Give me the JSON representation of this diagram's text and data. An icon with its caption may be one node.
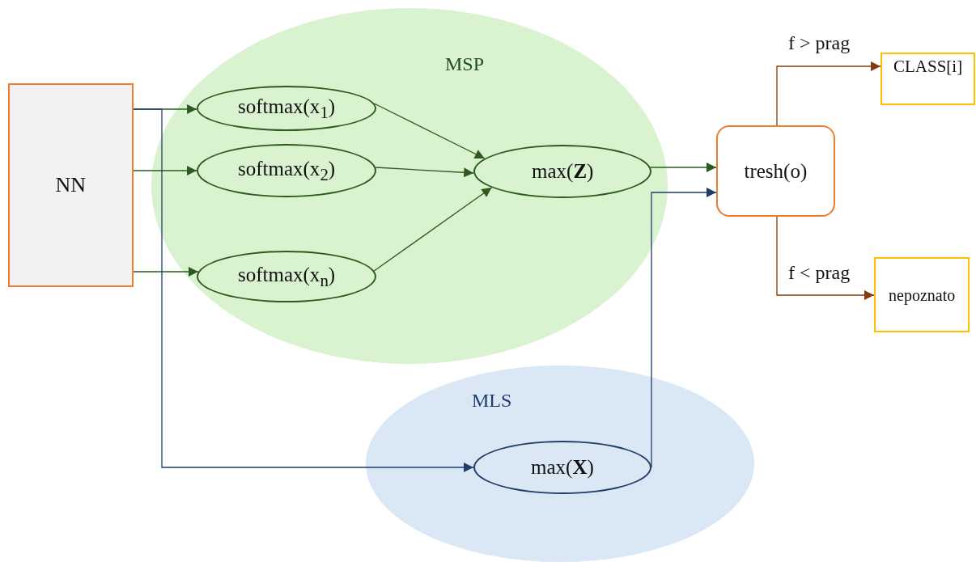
{
  "diagram": {
    "nodes": [
      {
        "text": [
          "NN"
        ]
      },
      {
        "text": [
          "MSP"
        ]
      },
      {
        "text": [
          "softmax(x$_{1}$)"
        ],
        "in": 1
      },
      {
        "text": [
          "softmax(x$_{2}$)"
        ],
        "in": 1
      },
      {
        "text": [
          "softmax(x$_{n}$)"
        ],
        "in": 1
      },
      {
        "text": [
          "max(**Z**)"
        ],
        "in": 1
      },
      {
        "text": [
          "MLS"
        ]
      },
      {
        "text": [
          "max(**X**)"
        ],
        "in": 6
      },
      {
        "text": [
          "tresh(o)"
        ]
      },
      {
        "text": [
          "CLASS[i]"
        ]
      },
      {
        "text": [
          "nepoznato"
        ]
      }
    ],
    "edges": [
      {
        "from": 0,
        "to": 2,
        "arrow": "to"
      },
      {
        "from": 0,
        "to": 3,
        "arrow": "to"
      },
      {
        "from": 0,
        "to": 4,
        "arrow": "to"
      },
      {
        "from": 0,
        "to": 7,
        "arrow": "to",
        "color": "#1f3d6b"
      },
      {
        "from": 2,
        "to": 5,
        "arrow": "to"
      },
      {
        "from": 3,
        "to": 5,
        "arrow": "to"
      },
      {
        "from": 4,
        "to": 5,
        "arrow": "to"
      },
      {
        "from": 5,
        "to": 8,
        "arrow": "to"
      },
      {
        "from": 7,
        "to": 8,
        "arrow": "to",
        "color": "#1f3d6b"
      },
      {
        "from": 8,
        "to": 9,
        "arrow": "to",
        "label": "f > prag",
        "color": "#843c0c"
      },
      {
        "from": 8,
        "to": 10,
        "arrow": "to",
        "label": "f < prag",
        "color": "#843c0c"
      }
    ]
  }
}
